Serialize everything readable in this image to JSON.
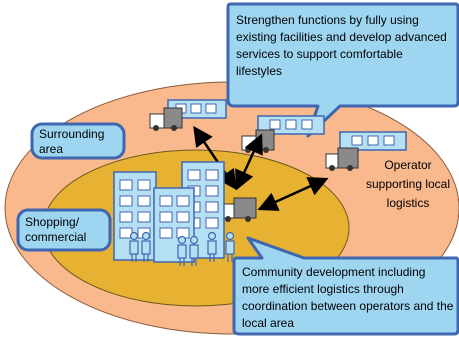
{
  "callouts": {
    "top": "Strengthen functions by fully using existing facilities and develop advanced services to support comfortable lifestyles",
    "bottom": "Community development including more efficient logistics through coordination between operators and the local area"
  },
  "zones": {
    "surrounding": "Surrounding area",
    "shopping": "Shopping/ commercial"
  },
  "operator_label": "Operator supporting local logistics",
  "colors": {
    "outer_zone": "#f9b98d",
    "inner_zone": "#e7b232",
    "callout_fill": "#9ed6f1",
    "callout_border": "#3f66b0",
    "building_fill": "#b5dff3",
    "truck_gray": "#8a8a8a"
  },
  "icons": [
    "truck-icon",
    "building-icon",
    "person-icon",
    "double-arrow-icon"
  ]
}
